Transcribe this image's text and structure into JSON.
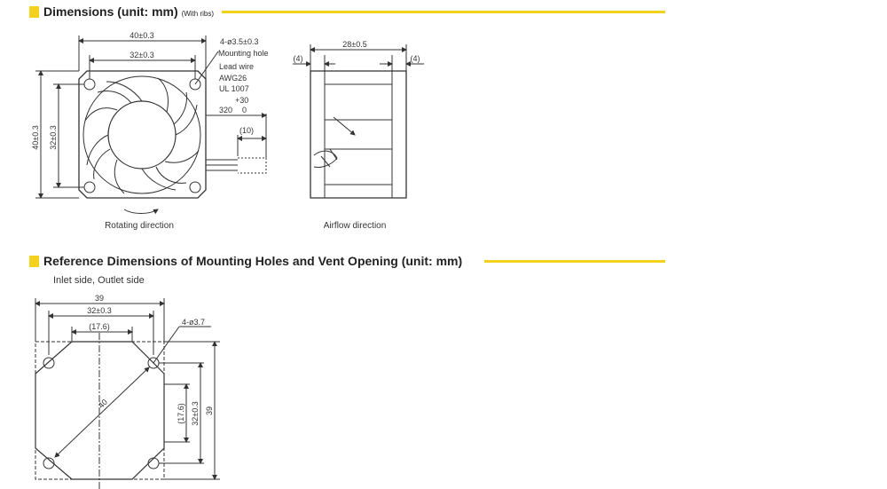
{
  "sections": {
    "dimensions": {
      "title": "Dimensions (unit: mm)",
      "note": "(With ribs)"
    },
    "reference": {
      "title": "Reference Dimensions of Mounting Holes and Vent Opening (unit: mm)",
      "subtitle": "Inlet side, Outlet side"
    }
  },
  "front_view": {
    "outer_width": "40±0.3",
    "hole_pitch_h": "32±0.3",
    "outer_height": "40±0.3",
    "hole_pitch_v": "32±0.3",
    "hole_label": "4-ø3.5±0.3",
    "hole_text": "Mounting hole",
    "lead_label": "Lead wire",
    "lead_awg": "AWG26",
    "lead_ul": "UL 1007",
    "lead_tol": "+30",
    "lead_len": "320",
    "lead_tol_low": "0",
    "strip_len": "(10)",
    "caption": "Rotating direction"
  },
  "side_view": {
    "depth": "28±0.5",
    "rib_left": "(4)",
    "rib_right": "(4)",
    "caption": "Airflow direction"
  },
  "ref_view": {
    "outer": "39",
    "pitch": "32±0.3",
    "vent": "(17.6)",
    "hole_label": "4-ø3.7",
    "diag": "40",
    "outer_v": "39",
    "pitch_v": "32±0.3",
    "vent_v": "(17.6)"
  }
}
